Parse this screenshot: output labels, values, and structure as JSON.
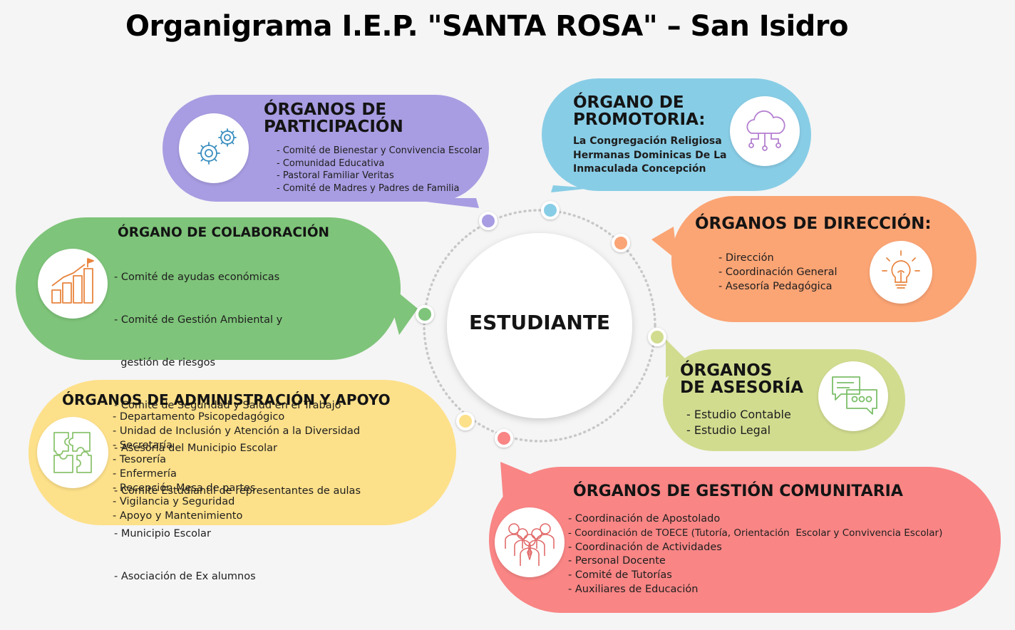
{
  "title": "Organigrama I.E.P. \"SANTA ROSA\" – San Isidro",
  "center": {
    "label": "ESTUDIANTE"
  },
  "colors": {
    "participacion": "#a89de2",
    "promotoria": "#88cde6",
    "direccion": "#fba474",
    "colaboracion": "#7ec47a",
    "asesoria": "#d2dc8f",
    "administracion": "#fde08a",
    "gestion": "#f98585"
  },
  "nodes": {
    "participacion": {
      "heading": [
        "ÓRGANOS DE",
        "PARTICIPACIÓN"
      ],
      "icon": "gears-icon",
      "items": [
        "- Comité de Bienestar y Convivencia Escolar",
        "- Comunidad Educativa",
        "- Pastoral Familiar Veritas",
        "- Comité de Madres y Padres de Familia"
      ]
    },
    "promotoria": {
      "heading": [
        "ÓRGANO DE",
        "PROMOTORIA:"
      ],
      "icon": "cloud-network-icon",
      "items": [
        "La Congregación Religiosa",
        "Hermanas Dominicas De La",
        "Inmaculada Concepción"
      ]
    },
    "direccion": {
      "heading": [
        "ÓRGANOS DE DIRECCIÓN:"
      ],
      "icon": "lightbulb-icon",
      "items": [
        "- Dirección",
        "- Coordinación General",
        "- Asesoría Pedagógica"
      ]
    },
    "colaboracion": {
      "heading": [
        "ÓRGANO DE COLABORACIÓN"
      ],
      "icon": "growth-chart-icon",
      "items": [
        "- Comité de ayudas económicas",
        "- Comité de Gestión Ambiental y",
        "  gestión de riesgos",
        "- Comité de Seguridad y Salud en el Trabajo",
        "- Asesoría del Municipio Escolar",
        "- Comité Estudiantil de representantes de aulas",
        "- Municipio Escolar",
        "- Asociación de Ex alumnos"
      ]
    },
    "asesoria": {
      "heading": [
        "ÓRGANOS",
        "DE ASESORÍA"
      ],
      "icon": "chat-bubbles-icon",
      "items": [
        "- Estudio Contable",
        "- Estudio Legal"
      ]
    },
    "administracion": {
      "heading": [
        "ÓRGANOS DE ADMINISTRACIÓN Y APOYO"
      ],
      "icon": "puzzle-icon",
      "items": [
        "- Departamento Psicopedagógico",
        "- Unidad de Inclusión y Atención a la Diversidad",
        "- Secretaría",
        "- Tesorería",
        "- Enfermería",
        "- Recepción Mesa de partes",
        "- Vigilancia y Seguridad",
        "- Apoyo y Mantenimiento"
      ]
    },
    "gestion": {
      "heading": [
        "ÓRGANOS DE GESTIÓN COMUNITARIA"
      ],
      "icon": "people-group-icon",
      "items": [
        "- Coordinación de Apostolado",
        "- Coordinación de TOECE (Tutoría, Orientación  Escolar y Convivencia Escolar)",
        "- Coordinación de Actividades",
        "- Personal Docente",
        "- Comité de Tutorías",
        "- Auxiliares de Educación"
      ]
    }
  }
}
